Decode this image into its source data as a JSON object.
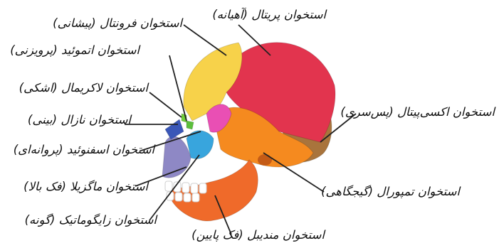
{
  "labels": {
    "frontal": "استخوان فرونتال (پیشانی)",
    "parietal": "استخوان پریتال (آهیانه)",
    "ethmoid": "استخوان اتموئید (پرویزنی)",
    "lacrimal": "استخوان لاکریمال (اشکی)",
    "nasal": "استخوان نازال (بینی)",
    "sphenoid": "استخوان اسفنوئید (پروانه‌ای)",
    "maxilla": "استخوان ماگزیلا (فک بالا)",
    "zygomatic": "استخوان زایگوماتیک (گونه)",
    "mandible": "استخوان مندیبل (فک پایین)",
    "occipital": "استخوان اکسی‌پیتال (پس‌سری)",
    "temporal": "استخوان تمپورال (گیجگاهی)"
  },
  "colors": {
    "frontal": "#f7d24a",
    "parietal": "#e2344e",
    "occipital": "#a9743c",
    "temporal": "#f58a1f",
    "sphenoid": "#e94fb4",
    "zygomatic": "#38a5dd",
    "maxilla": "#8e88c5",
    "mandible": "#ef6a2a",
    "nasal": "#3a57b8",
    "ethmoid": "#5bbf3b",
    "lacrimal": "#6fcf3a"
  }
}
